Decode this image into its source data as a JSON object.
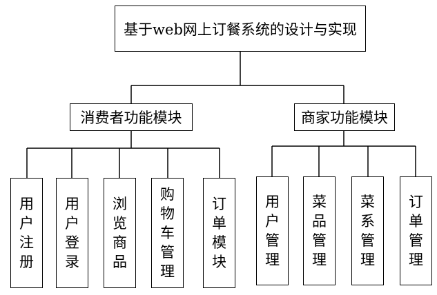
{
  "root": {
    "label": "基于web网上订餐系统的设计与实现"
  },
  "groups": [
    {
      "label": "消费者功能模块",
      "children": [
        "用户注册",
        "用户登录",
        "浏览商品",
        "购物车管理",
        "订单模块"
      ]
    },
    {
      "label": "商家功能模块",
      "children": [
        "用户管理",
        "菜品管理",
        "菜系管理",
        "订单管理"
      ]
    }
  ]
}
